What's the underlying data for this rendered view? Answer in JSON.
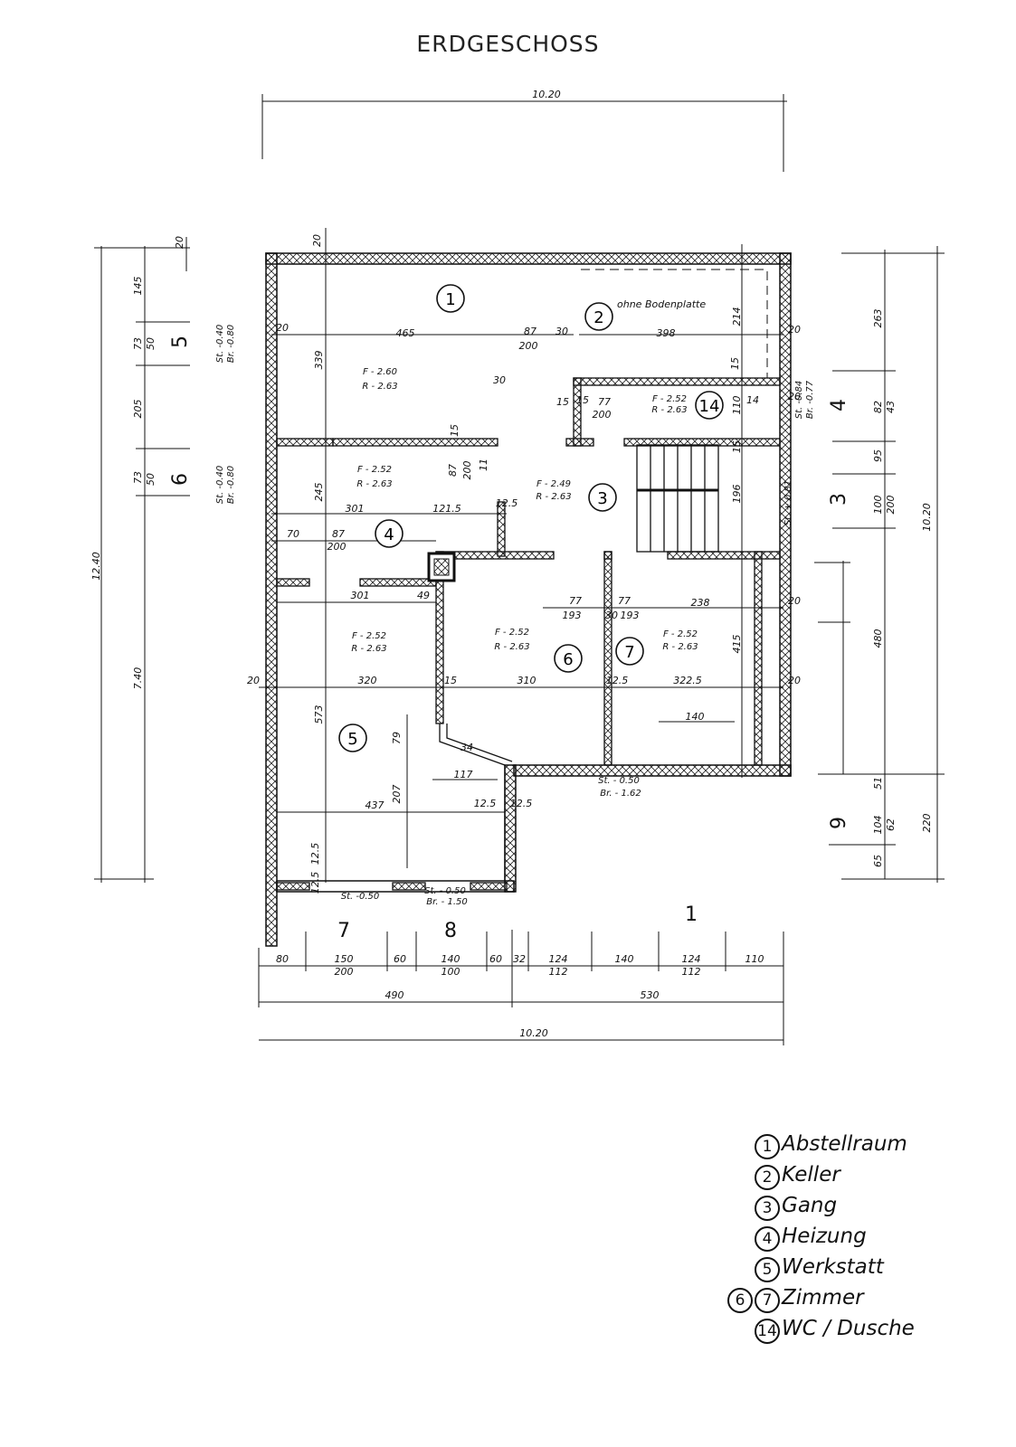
{
  "title": "ERDGESCHOSS",
  "dimensions": {
    "top_total": "10.20",
    "bottom_total": "10.20",
    "bottom_split": [
      "490",
      "530"
    ],
    "bottom_chain": [
      "80",
      "150",
      "60",
      "140",
      "60",
      "32",
      "124",
      "140",
      "124",
      "110"
    ],
    "bottom_sub": [
      "200",
      "100",
      "112",
      "112"
    ],
    "left_total": "12.40",
    "left_sub": "7.40",
    "left_chain": [
      "20",
      "145",
      "73",
      "50",
      "205",
      "73",
      "50"
    ],
    "right_total": "10.20",
    "right_chain": [
      "263",
      "82",
      "43",
      "95",
      "100",
      "200",
      "480",
      "51",
      "104",
      "62",
      "65",
      "220"
    ]
  },
  "window_labels": [
    "5",
    "6",
    "4",
    "3",
    "9",
    "7",
    "8",
    "1"
  ],
  "opening_labels": [
    "St. -0.40",
    "Br. -0.80",
    "St. -0.40",
    "Br. -0.80",
    "St. -0.84",
    "Br. -0.77",
    "St. + 0.81",
    "St. - 0.50",
    "Br. - 1.62",
    "St. -0.50",
    "St. - 0.50",
    "Br. - 1.50"
  ],
  "room_areas": [
    "F - 2.60",
    "R - 2.63",
    "F - 2.52",
    "R - 2.63",
    "F - 2.49",
    "R - 2.63",
    "F - 2.52",
    "R - 2.63",
    "F - 2.52",
    "R - 2.63",
    "F - 2.52",
    "R - 2.63",
    "F - 2.52",
    "R - 2.63"
  ],
  "inner_dims": [
    "465",
    "87",
    "200",
    "30",
    "398",
    "339",
    "30",
    "77",
    "200",
    "214",
    "15",
    "110",
    "15",
    "15",
    "245",
    "301",
    "121.5",
    "87",
    "200",
    "11",
    "12.5",
    "196",
    "70",
    "87",
    "200",
    "301",
    "49",
    "77",
    "193",
    "77",
    "193",
    "238",
    "30",
    "415",
    "320",
    "15",
    "310",
    "12.5",
    "322.5",
    "573",
    "79",
    "34",
    "117",
    "207",
    "140",
    "437",
    "12.5",
    "12.5",
    "12.5",
    "12.5",
    "20",
    "20",
    "20",
    "20",
    "20",
    "20",
    "20",
    "15",
    "15",
    "14"
  ],
  "note": "ohne Bodenplatte",
  "legend": [
    {
      "nums": [
        "1"
      ],
      "label": "Abstellraum"
    },
    {
      "nums": [
        "2"
      ],
      "label": "Keller"
    },
    {
      "nums": [
        "3"
      ],
      "label": "Gang"
    },
    {
      "nums": [
        "4"
      ],
      "label": "Heizung"
    },
    {
      "nums": [
        "5"
      ],
      "label": "Werkstatt"
    },
    {
      "nums": [
        "6",
        "7"
      ],
      "label": "Zimmer"
    },
    {
      "nums": [
        "14"
      ],
      "label": "WC / Dusche"
    }
  ]
}
